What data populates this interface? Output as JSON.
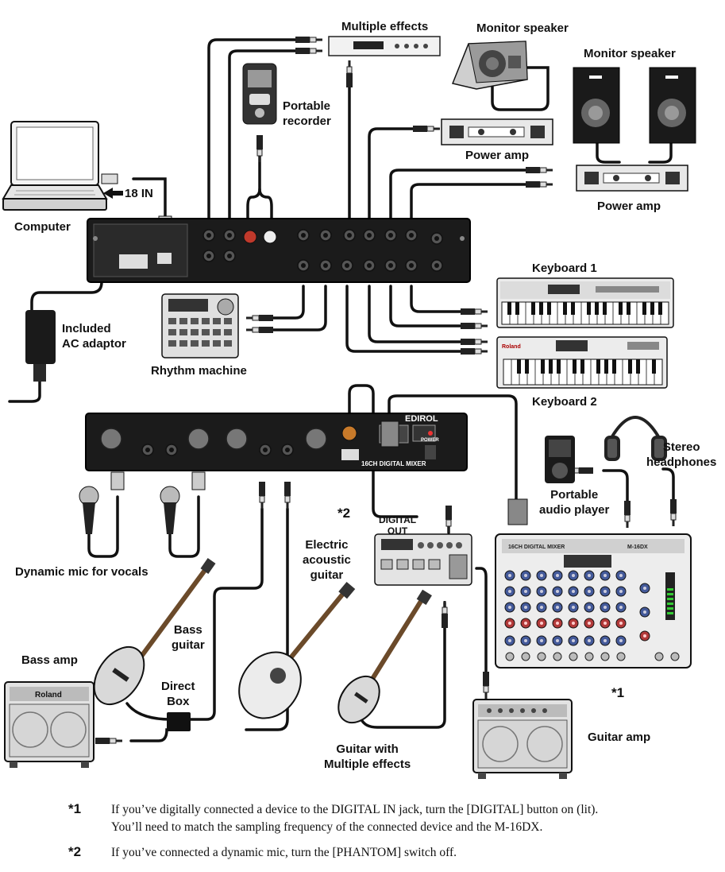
{
  "labels": {
    "multiple_effects_top": "Multiple effects",
    "monitor_speaker_1": "Monitor speaker",
    "monitor_speaker_2": "Monitor speaker",
    "portable_recorder": "Portable\nrecorder",
    "power_amp_1": "Power amp",
    "power_amp_2": "Power amp",
    "computer": "Computer",
    "arrow_18_in": "18 IN",
    "included_ac_adaptor": "Included\nAC adaptor",
    "rhythm_machine": "Rhythm machine",
    "keyboard_1": "Keyboard 1",
    "keyboard_2": "Keyboard 2",
    "stereo_headphones": "Stereo\nheadphones",
    "portable_audio_player": "Portable\naudio player",
    "digital_out": "DIGITAL\nOUT",
    "electric_acoustic_guitar": "Electric\nacoustic\nguitar",
    "dynamic_mic": "Dynamic mic for vocals",
    "bass_guitar": "Bass\nguitar",
    "bass_amp": "Bass amp",
    "direct_box": "Direct\nBox",
    "guitar_with_effects": "Guitar with\nMultiple effects",
    "guitar_amp": "Guitar amp",
    "star2_marker": "*2",
    "star1_marker": "*1"
  },
  "device_text": {
    "edirol": "EDIROL",
    "mixer_name": "16CH DIGITAL MIXER",
    "model": "M-16DX",
    "power": "POWER",
    "roland_amp": "Roland",
    "roland_kbd": "Roland"
  },
  "notes": [
    {
      "mark": "*1",
      "lines": [
        "If you’ve digitally connected a device to the DIGITAL IN jack, turn the [DIGITAL] button on (lit).",
        "You’ll need to match the sampling frequency of the connected device and the M-16DX."
      ]
    },
    {
      "mark": "*2",
      "lines": [
        "If you’ve connected a dynamic mic, turn the [PHANTOM] switch off."
      ]
    }
  ]
}
